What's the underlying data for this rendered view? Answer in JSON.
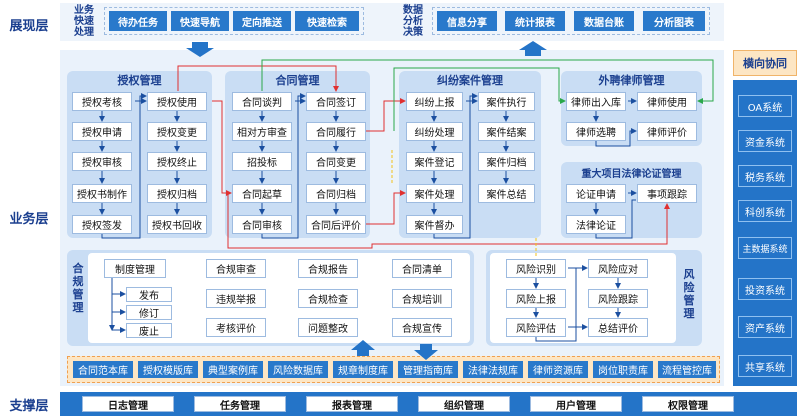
{
  "layers": {
    "display": "展现层",
    "business": "业务层",
    "support": "支撑层"
  },
  "display": {
    "left_label": "业务\n快速\n处理",
    "left_items": [
      "待办任务",
      "快速导航",
      "定向推送",
      "快速检索"
    ],
    "right_label": "数据\n分析\n决策",
    "right_items": [
      "信息分享",
      "统计报表",
      "数据台账",
      "分析图表"
    ]
  },
  "horizontal": {
    "title": "横向协同",
    "systems": [
      "OA系统",
      "资金系统",
      "税务系统",
      "科创系统",
      "主数据系统",
      "投资系统",
      "资产系统",
      "共享系统"
    ]
  },
  "auth": {
    "title": "授权管理",
    "col1": [
      "授权考核",
      "授权申请",
      "授权审核",
      "授权书制作",
      "授权签发"
    ],
    "col2": [
      "授权使用",
      "授权变更",
      "授权终止",
      "授权归档",
      "授权书回收"
    ]
  },
  "contract": {
    "title": "合同管理",
    "col1": [
      "合同谈判",
      "相对方审查",
      "招投标",
      "合同起草",
      "合同审核"
    ],
    "col2": [
      "合同签订",
      "合同履行",
      "合同变更",
      "合同归档",
      "合同后评价"
    ]
  },
  "dispute": {
    "title": "纠纷案件管理",
    "col1": [
      "纠纷上报",
      "纠纷处理",
      "案件登记",
      "案件处理",
      "案件督办"
    ],
    "col2": [
      "案件执行",
      "案件结案",
      "案件归档",
      "案件总结"
    ]
  },
  "lawyer": {
    "title": "外聘律师管理",
    "items": [
      "律师出入库",
      "律师使用",
      "律师选聘",
      "律师评价"
    ]
  },
  "major": {
    "title": "重大项目法律论证管理",
    "items": [
      "论证申请",
      "事项跟踪",
      "法律论证"
    ]
  },
  "compliance": {
    "title": "合规管理",
    "system": "制度管理",
    "sub": [
      "发布",
      "修订",
      "废止"
    ],
    "items": [
      "合规审查",
      "合规报告",
      "合同清单",
      "违规举报",
      "合规检查",
      "合规培训",
      "考核评价",
      "问题整改",
      "合规宣传"
    ]
  },
  "risk": {
    "title": "风险管理",
    "col1": [
      "风险识别",
      "风险上报",
      "风险评估"
    ],
    "col2": [
      "风险应对",
      "风险跟踪",
      "总结评价"
    ]
  },
  "libraries": [
    "合同范本库",
    "授权模版库",
    "典型案例库",
    "风险数据库",
    "规章制度库",
    "管理指南库",
    "法律法规库",
    "律师资源库",
    "岗位职责库",
    "流程管控库"
  ],
  "support": [
    "日志管理",
    "任务管理",
    "报表管理",
    "组织管理",
    "用户管理",
    "权限管理"
  ],
  "colors": {
    "dark_blue": "#2474c8",
    "light_panel": "#c9ddf4",
    "band": "#eaf2fb",
    "title": "#1b3f8f",
    "arrow_red": "#e03030",
    "arrow_green": "#2aa84a",
    "arrow_yellow": "#f2c21b"
  }
}
